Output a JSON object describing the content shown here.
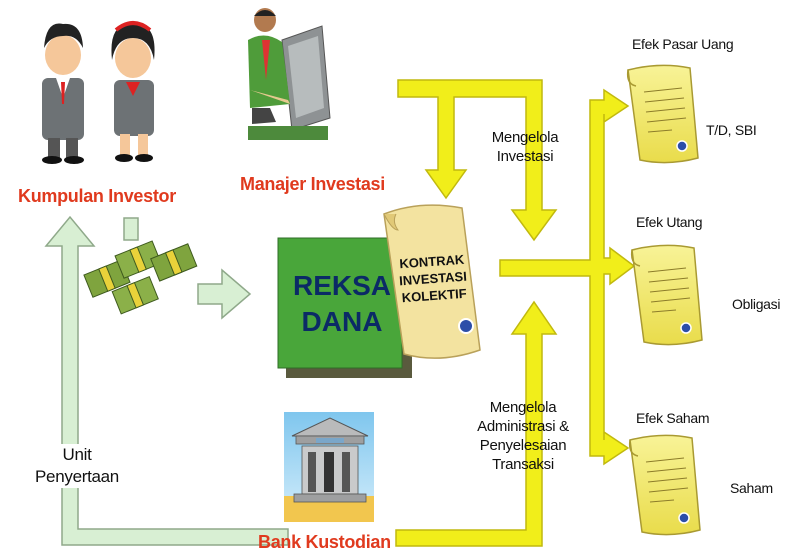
{
  "diagram": {
    "investors_label": "Kumpulan Investor",
    "manager_label": "Manajer Investasi",
    "fund_label_line1": "REKSA",
    "fund_label_line2": "DANA",
    "contract_line1": "KONTRAK",
    "contract_line2": "INVESTASI",
    "contract_line3": "KOLEKTIF",
    "manage_invest_line1": "Mengelola",
    "manage_invest_line2": "Investasi",
    "manage_admin_line1": "Mengelola",
    "manage_admin_line2": "Administrasi &",
    "manage_admin_line3": "Penyelesaian",
    "manage_admin_line4": "Transaksi",
    "units_line1": "Unit",
    "units_line2": "Penyertaan",
    "custodian_label": "Bank Kustodian",
    "securities": [
      {
        "title": "Efek Pasar Uang",
        "example": "T/D, SBI"
      },
      {
        "title": "Efek Utang",
        "example": "Obligasi"
      },
      {
        "title": "Efek Saham",
        "example": "Saham"
      }
    ]
  },
  "colors": {
    "accent_red": "#e03a1e",
    "flow_yellow": "#f1ee1a",
    "flow_green": "#d8efd3",
    "fund_green": "#49a63a",
    "document_yellow": "#f3ec6a"
  },
  "icons": [
    "investor-people-icon",
    "money-stack-icon",
    "investment-manager-icon",
    "bank-building-icon",
    "document-icon"
  ]
}
